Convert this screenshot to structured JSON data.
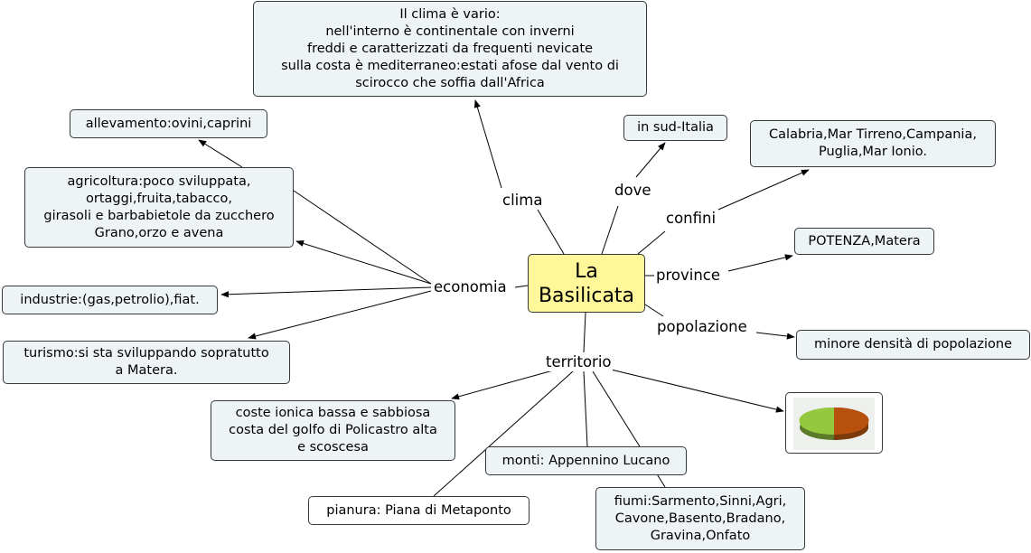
{
  "central": {
    "text": "La\nBasilicata"
  },
  "labels": {
    "clima": "clima",
    "dove": "dove",
    "confini": "confini",
    "province": "province",
    "popolazione": "popolazione",
    "economia": "economia",
    "territorio": "territorio"
  },
  "topics": {
    "clima": "Il clima è vario:\nnell'interno è continentale con inverni\nfreddi e caratterizzati da frequenti nevicate\nsulla costa è mediterraneo:estati afose dal vento di\nscirocco che soffia dall'Africa",
    "dove": "in sud-Italia",
    "confini": "Calabria,Mar Tirreno,Campania,\nPuglia,Mar Ionio.",
    "province": "POTENZA,Matera",
    "popolazione": "minore densità di popolazione",
    "allevamento": "allevamento:ovini,caprini",
    "agricoltura": "agricoltura:poco sviluppata,\nortaggi,fruita,tabacco,\ngirasoli e barbabietole da zucchero\nGrano,orzo e avena",
    "industrie": "industrie:(gas,petrolio),fiat.",
    "turismo": "turismo:si sta sviluppando sopratutto\na Matera.",
    "coste": "coste ionica bassa e sabbiosa\ncosta del golfo di Policastro alta\ne scoscesa",
    "monti": "monti: Appennino Lucano",
    "pianura": "pianura: Piana di Metaponto",
    "fiumi": "fiumi:Sarmento,Sinni,Agri,\nCavone,Basento,Bradano,\nGravina,Onfato"
  },
  "colors": {
    "node_fill": "#eef3f5",
    "central_fill": "#fff799",
    "border": "#33393c",
    "pie_orange": "#b8500e",
    "pie_green": "#8fc63b"
  }
}
